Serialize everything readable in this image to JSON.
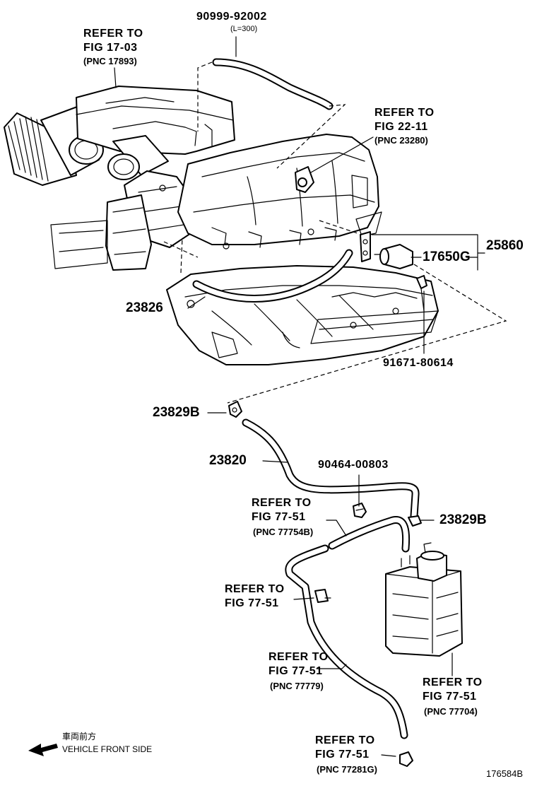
{
  "labels": {
    "refer_air_cleaner": {
      "line1": "REFER TO",
      "line2": "FIG 17-03",
      "pnc": "(PNC 17893)"
    },
    "hose_top": {
      "part": "90999-92002",
      "note": "(L=300)"
    },
    "refer_vsv": {
      "line1": "REFER TO",
      "line2": "FIG 22-11",
      "pnc": "(PNC 23280)"
    },
    "part_25860": "25860",
    "part_17650g": "17650G",
    "part_23826": "23826",
    "part_91671": "91671-80614",
    "part_23829b_left": "23829B",
    "part_23820": "23820",
    "part_90464": "90464-00803",
    "refer_77754b": {
      "line1": "REFER TO",
      "line2": "FIG 77-51",
      "pnc": "(PNC 77754B)"
    },
    "part_23829b_right": "23829B",
    "refer_77_51_clip": {
      "line1": "REFER TO",
      "line2": "FIG 77-51"
    },
    "refer_77779": {
      "line1": "REFER TO",
      "line2": "FIG 77-51",
      "pnc": "(PNC 77779)"
    },
    "refer_77704": {
      "line1": "REFER TO",
      "line2": "FIG 77-51",
      "pnc": "(PNC 77704)"
    },
    "refer_77281g": {
      "line1": "REFER TO",
      "line2": "FIG 77-51",
      "pnc": "(PNC 77281G)"
    }
  },
  "legend": {
    "japanese": "車両前方",
    "english": "VEHICLE FRONT SIDE"
  },
  "figure_number": "176584B",
  "icons": {
    "front_arrow": "arrow-left-icon"
  },
  "colors": {
    "ink": "#000000",
    "paper": "#ffffff"
  }
}
